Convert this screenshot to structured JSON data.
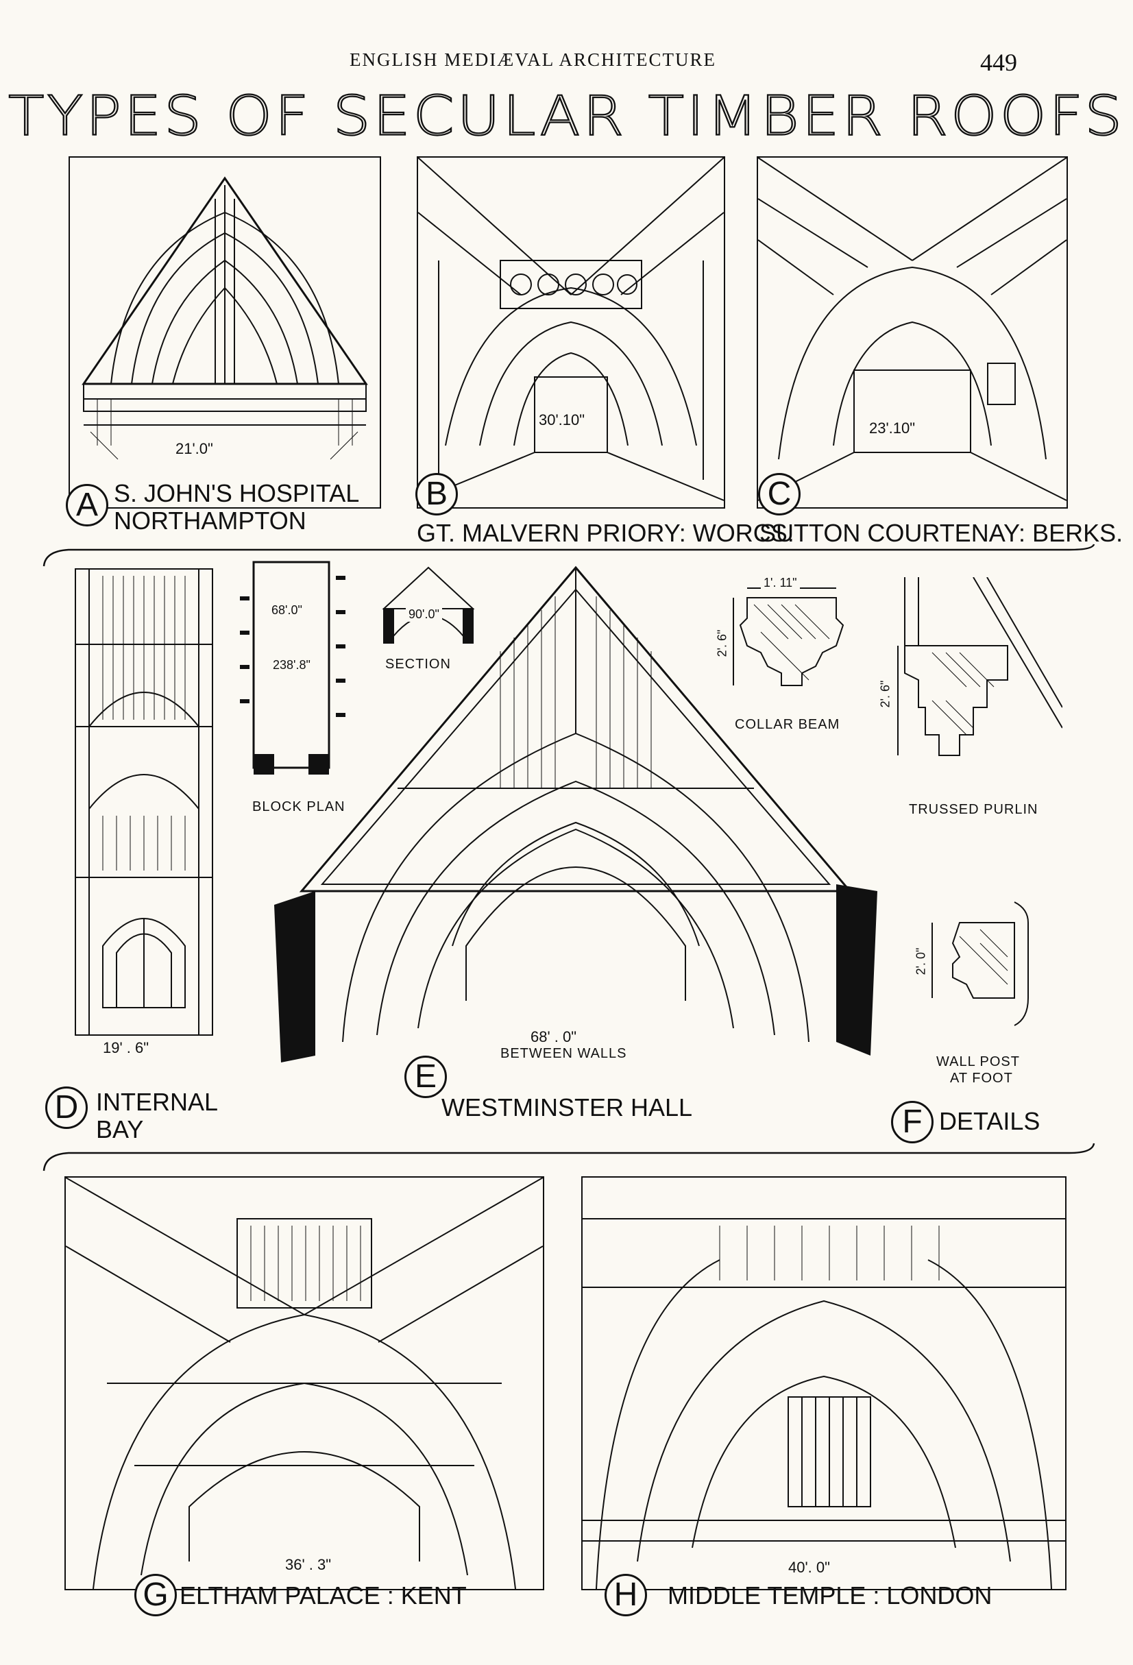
{
  "header": {
    "running_title": "ENGLISH MEDIÆVAL ARCHITECTURE",
    "page_number": "449"
  },
  "title": "TYPES OF SECULAR TIMBER ROOFS",
  "panels": {
    "a": {
      "letter": "A",
      "line1": "S. JOHN'S HOSPITAL",
      "line2": "NORTHAMPTON",
      "dimension": "21'.0\""
    },
    "b": {
      "letter": "B",
      "caption": "GT. MALVERN PRIORY: WORCS.",
      "dimension": "30'.10\""
    },
    "c": {
      "letter": "C",
      "caption": "SUTTON COURTENAY: BERKS.",
      "dimension": "23'.10\""
    },
    "d": {
      "letter": "D",
      "line1": "INTERNAL",
      "line2": "BAY",
      "dimension": "19' . 6\""
    },
    "e": {
      "letter": "E",
      "caption": "WESTMINSTER HALL",
      "dimension": "68' . 0\"",
      "dimension_note": "BETWEEN WALLS",
      "block_plan": {
        "label": "BLOCK PLAN",
        "width": "68'.0\"",
        "length": "238'.8\""
      },
      "section": {
        "label": "SECTION",
        "height": "90'.0\""
      }
    },
    "f": {
      "letter": "F",
      "caption": "DETAILS",
      "collar_beam": {
        "label": "COLLAR BEAM",
        "width": "1'. 11\"",
        "height": "2'. 6\""
      },
      "trussed_purlin": {
        "label": "TRUSSED PURLIN",
        "height": "2'. 6\""
      },
      "wall_post": {
        "label_line1": "WALL POST",
        "label_line2": "AT FOOT",
        "height": "2'. 0\""
      }
    },
    "g": {
      "letter": "G",
      "caption": "ELTHAM PALACE : KENT",
      "dimension": "36' . 3\""
    },
    "h": {
      "letter": "H",
      "caption": "MIDDLE TEMPLE : LONDON",
      "dimension": "40'. 0\""
    }
  }
}
